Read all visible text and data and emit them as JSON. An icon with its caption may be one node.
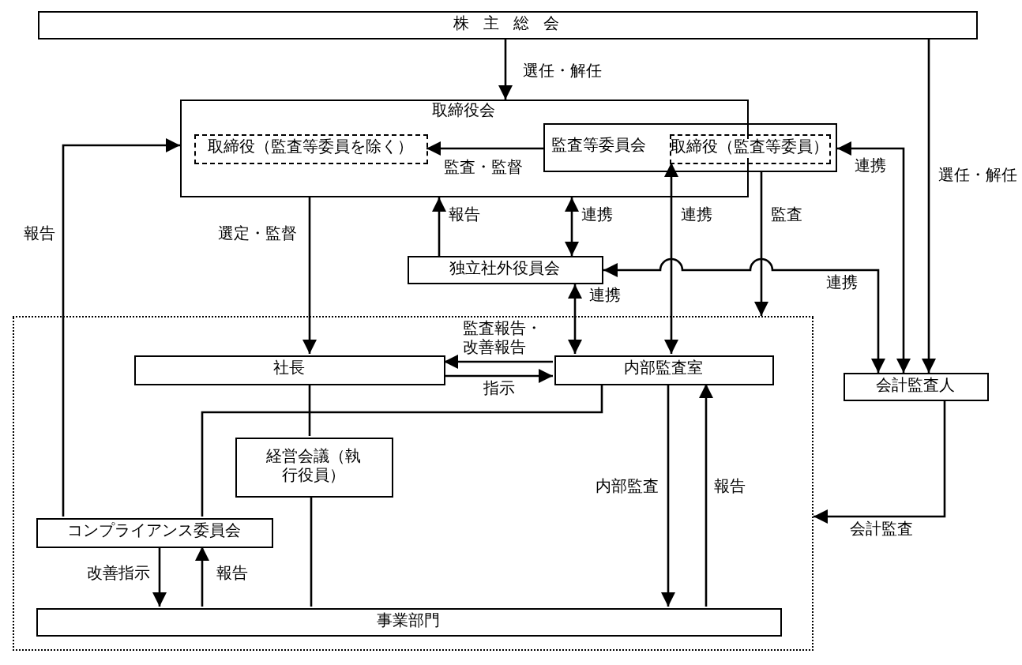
{
  "diagram": {
    "nodes": [
      {
        "text": [
          "株主総会"
        ]
      },
      {
        "text": [
          "取締役会"
        ]
      },
      {
        "text": [
          "取締役（監査等委員を除く）"
        ],
        "in": 1
      },
      {
        "text": [
          "監査等委員会"
        ]
      },
      {
        "text": [
          "取締役（監査等委員）"
        ],
        "in": 3
      },
      {
        "text": [
          "独立社外役員会"
        ]
      },
      {
        "text": [],
        "shape": "box"
      },
      {
        "text": [
          "社長"
        ],
        "in": 6
      },
      {
        "text": [
          "内部監査室"
        ],
        "in": 6
      },
      {
        "text": [
          "経営会議（執行役員）"
        ],
        "in": 6
      },
      {
        "text": [
          "コンプライアンス委員会"
        ],
        "in": 6
      },
      {
        "text": [
          "事業部門"
        ],
        "in": 6
      },
      {
        "text": [
          "会計監査人"
        ]
      }
    ],
    "edges": [
      {
        "from": 0,
        "to": 1,
        "arrow": "to",
        "label": "選任・解任"
      },
      {
        "from": 0,
        "to": 12,
        "arrow": "to",
        "label": "選任・解任"
      },
      {
        "from": 3,
        "to": 2,
        "arrow": "to",
        "label": "監査・監督"
      },
      {
        "from": 3,
        "to": 12,
        "arrow": "both",
        "label": "連携"
      },
      {
        "from": 5,
        "to": 1,
        "arrow": "to",
        "label": "報告"
      },
      {
        "from": 1,
        "to": 5,
        "arrow": "both",
        "label": "連携"
      },
      {
        "from": 4,
        "to": 8,
        "arrow": "both",
        "label": "連携"
      },
      {
        "from": 3,
        "to": 6,
        "arrow": "to",
        "label": "監査"
      },
      {
        "from": 5,
        "to": 12,
        "arrow": "both",
        "label": "連携"
      },
      {
        "from": 1,
        "to": 7,
        "arrow": "to",
        "label": "選定・監督"
      },
      {
        "from": 5,
        "to": 8,
        "arrow": "both",
        "label": "連携"
      },
      {
        "from": 8,
        "to": 7,
        "arrow": "to",
        "label": "監査報告・改善報告"
      },
      {
        "from": 7,
        "to": 8,
        "arrow": "to",
        "label": "指示"
      },
      {
        "from": 10,
        "to": 1,
        "arrow": "to",
        "label": "報告"
      },
      {
        "from": 8,
        "to": 10,
        "arrow": "none"
      },
      {
        "from": 7,
        "to": 9,
        "arrow": "none"
      },
      {
        "from": 9,
        "to": 11,
        "arrow": "none"
      },
      {
        "from": 10,
        "to": 11,
        "arrow": "to",
        "label": "改善指示"
      },
      {
        "from": 11,
        "to": 10,
        "arrow": "to",
        "label": "報告"
      },
      {
        "from": 8,
        "to": 11,
        "arrow": "to",
        "label": "内部監査"
      },
      {
        "from": 11,
        "to": 8,
        "arrow": "to",
        "label": "報告"
      },
      {
        "from": 12,
        "to": 6,
        "arrow": "to",
        "label": "会計監査"
      }
    ]
  }
}
